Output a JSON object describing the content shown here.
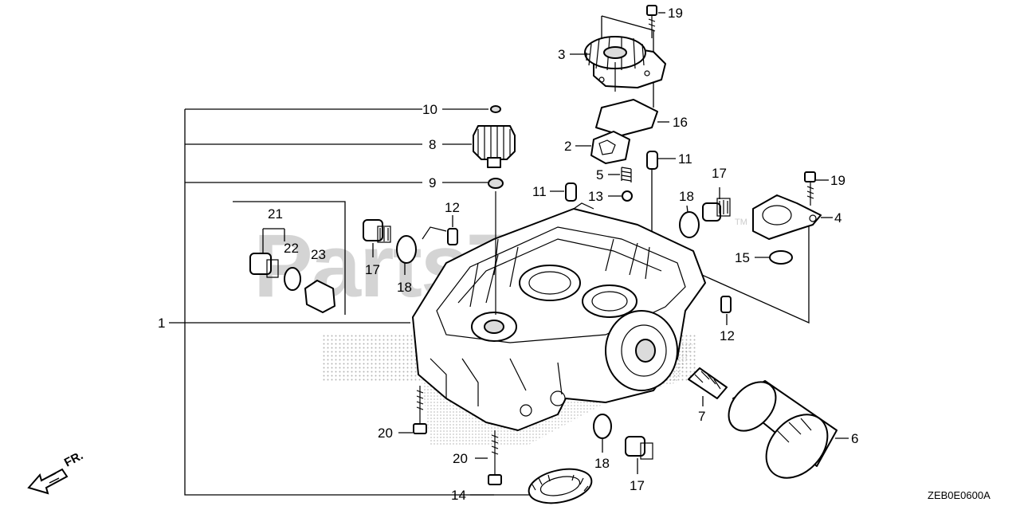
{
  "watermark": "PartsTree",
  "trademark": "TM",
  "direction_label": "FR.",
  "diagram_code": "ZEB0E0600A",
  "callouts": {
    "c1": "1",
    "c2": "2",
    "c3": "3",
    "c4": "4",
    "c5": "5",
    "c6": "6",
    "c7": "7",
    "c8": "8",
    "c9": "9",
    "c10": "10",
    "c11a": "11",
    "c11b": "11",
    "c12a": "12",
    "c12b": "12",
    "c13": "13",
    "c14": "14",
    "c15": "15",
    "c16": "16",
    "c17a": "17",
    "c17b": "17",
    "c17c": "17",
    "c18a": "18",
    "c18b": "18",
    "c18c": "18",
    "c19a": "19",
    "c19b": "19",
    "c20a": "20",
    "c20b": "20",
    "c21": "21",
    "c22": "22",
    "c23": "23"
  }
}
